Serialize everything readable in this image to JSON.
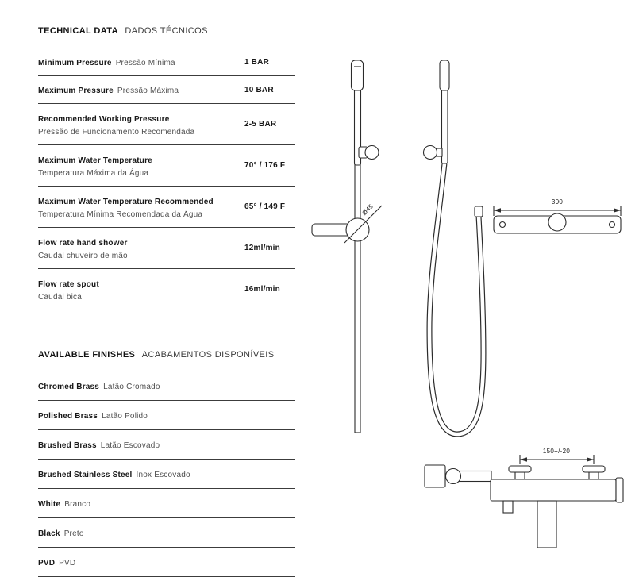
{
  "colors": {
    "text": "#1a1a1a",
    "muted": "#4f4f4f",
    "rule_line": "#3c3c3c",
    "drawing_stroke": "#2b2b2b"
  },
  "technical_data": {
    "title_en": "TECHNICAL DATA",
    "title_pt": "DADOS TÉCNICOS",
    "rows": [
      {
        "label_en": "Minimum Pressure",
        "label_pt": "Pressão Mínima",
        "value": "1 BAR"
      },
      {
        "label_en": "Maximum Pressure",
        "label_pt": "Pressão Máxima",
        "value": "10 BAR"
      },
      {
        "label_en": "Recommended Working Pressure",
        "label_pt": "Pressão de Funcionamento Recomendada",
        "value": "2-5 BAR"
      },
      {
        "label_en": "Maximum Water Temperature",
        "label_pt": "Temperatura Máxima da Água",
        "value": "70° / 176 F"
      },
      {
        "label_en": "Maximum Water Temperature Recommended",
        "label_pt": "Temperatura Mínima Recomendada da Água",
        "value": "65° / 149 F"
      },
      {
        "label_en": "Flow rate hand shower",
        "label_pt": "Caudal chuveiro de mão",
        "value": "12ml/min"
      },
      {
        "label_en": "Flow rate spout",
        "label_pt": "Caudal bica",
        "value": "16ml/min"
      }
    ]
  },
  "finishes": {
    "title_en": "AVAILABLE FINISHES",
    "title_pt": "ACABAMENTOS DISPONÍVEIS",
    "items": [
      {
        "label_en": "Chromed Brass",
        "label_pt": "Latão Cromado"
      },
      {
        "label_en": "Polished Brass",
        "label_pt": "Latão Polido"
      },
      {
        "label_en": "Brushed Brass",
        "label_pt": "Latão Escovado"
      },
      {
        "label_en": "Brushed Stainless Steel",
        "label_pt": "Inox Escovado"
      },
      {
        "label_en": "White",
        "label_pt": "Branco"
      },
      {
        "label_en": "Black",
        "label_pt": "Preto"
      },
      {
        "label_en": "PVD",
        "label_pt": "PVD"
      }
    ]
  },
  "diagrams": {
    "knob_diameter": "Ø45",
    "bar_width": "300",
    "connection_spacing": "150+/-20"
  }
}
